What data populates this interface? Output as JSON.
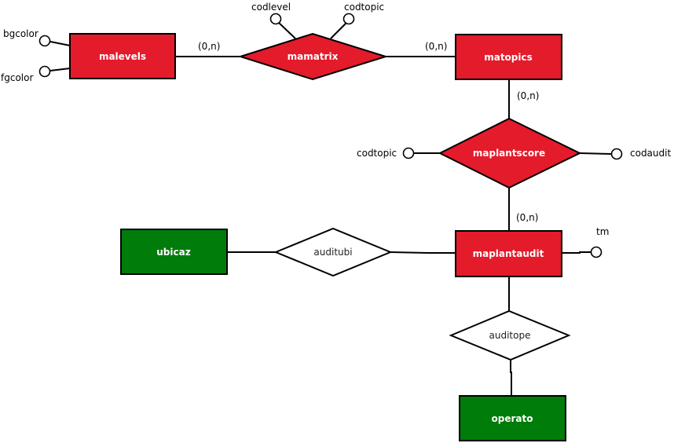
{
  "colors": {
    "entity_red": "#e31b2b",
    "entity_green": "#007c0a",
    "relationship_red": "#e31b2b",
    "relationship_plain": "#ffffff",
    "line": "#000000"
  },
  "entities": {
    "malevels": {
      "label": "malevels"
    },
    "matopics": {
      "label": "matopics"
    },
    "maplantaudit": {
      "label": "maplantaudit"
    },
    "ubicaz": {
      "label": "ubicaz"
    },
    "operato": {
      "label": "operato"
    }
  },
  "relationships": {
    "mamatrix": {
      "label": "mamatrix"
    },
    "maplantscore": {
      "label": "maplantscore"
    },
    "auditubi": {
      "label": "auditubi"
    },
    "auditope": {
      "label": "auditope"
    }
  },
  "attributes": {
    "malevels_bgcolor": "bgcolor",
    "malevels_fgcolor": "fgcolor",
    "mamatrix_codlevel": "codlevel",
    "mamatrix_codtopic": "codtopic",
    "maplantscore_codtopic": "codtopic",
    "maplantscore_codaudit": "codaudit",
    "maplantaudit_tm": "tm"
  },
  "cardinalities": {
    "malevels_mamatrix": "(0,n)",
    "mamatrix_matopics": "(0,n)",
    "matopics_maplantscore": "(0,n)",
    "maplantscore_maplantaudit": "(0,n)"
  }
}
